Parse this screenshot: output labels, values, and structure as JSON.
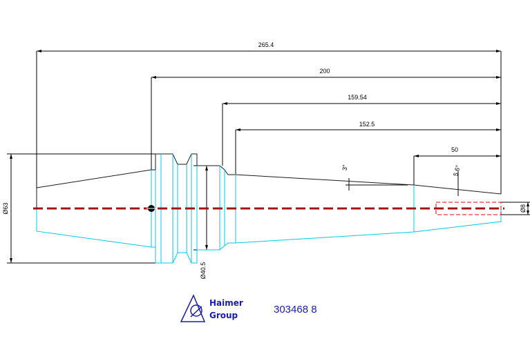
{
  "dimensions": {
    "overall_length": "265.4",
    "length_200": "200",
    "length_159": "159.54",
    "length_152": "152.5",
    "length_50": "50",
    "diameter_63": "Ø63",
    "diameter_40": "Ø40.5",
    "diameter_8": "Ø8",
    "angle_3": "3°",
    "angle_5": "5.6°"
  },
  "logo": {
    "line1": "Haimer",
    "line2": "Group"
  },
  "part_number": "303468 8",
  "colors": {
    "dimension": "#000000",
    "part_outline": "#00c8e6",
    "centerline": "#a01414",
    "hidden_bore": "#e60000",
    "brand_blue": "#1a1ab4"
  }
}
